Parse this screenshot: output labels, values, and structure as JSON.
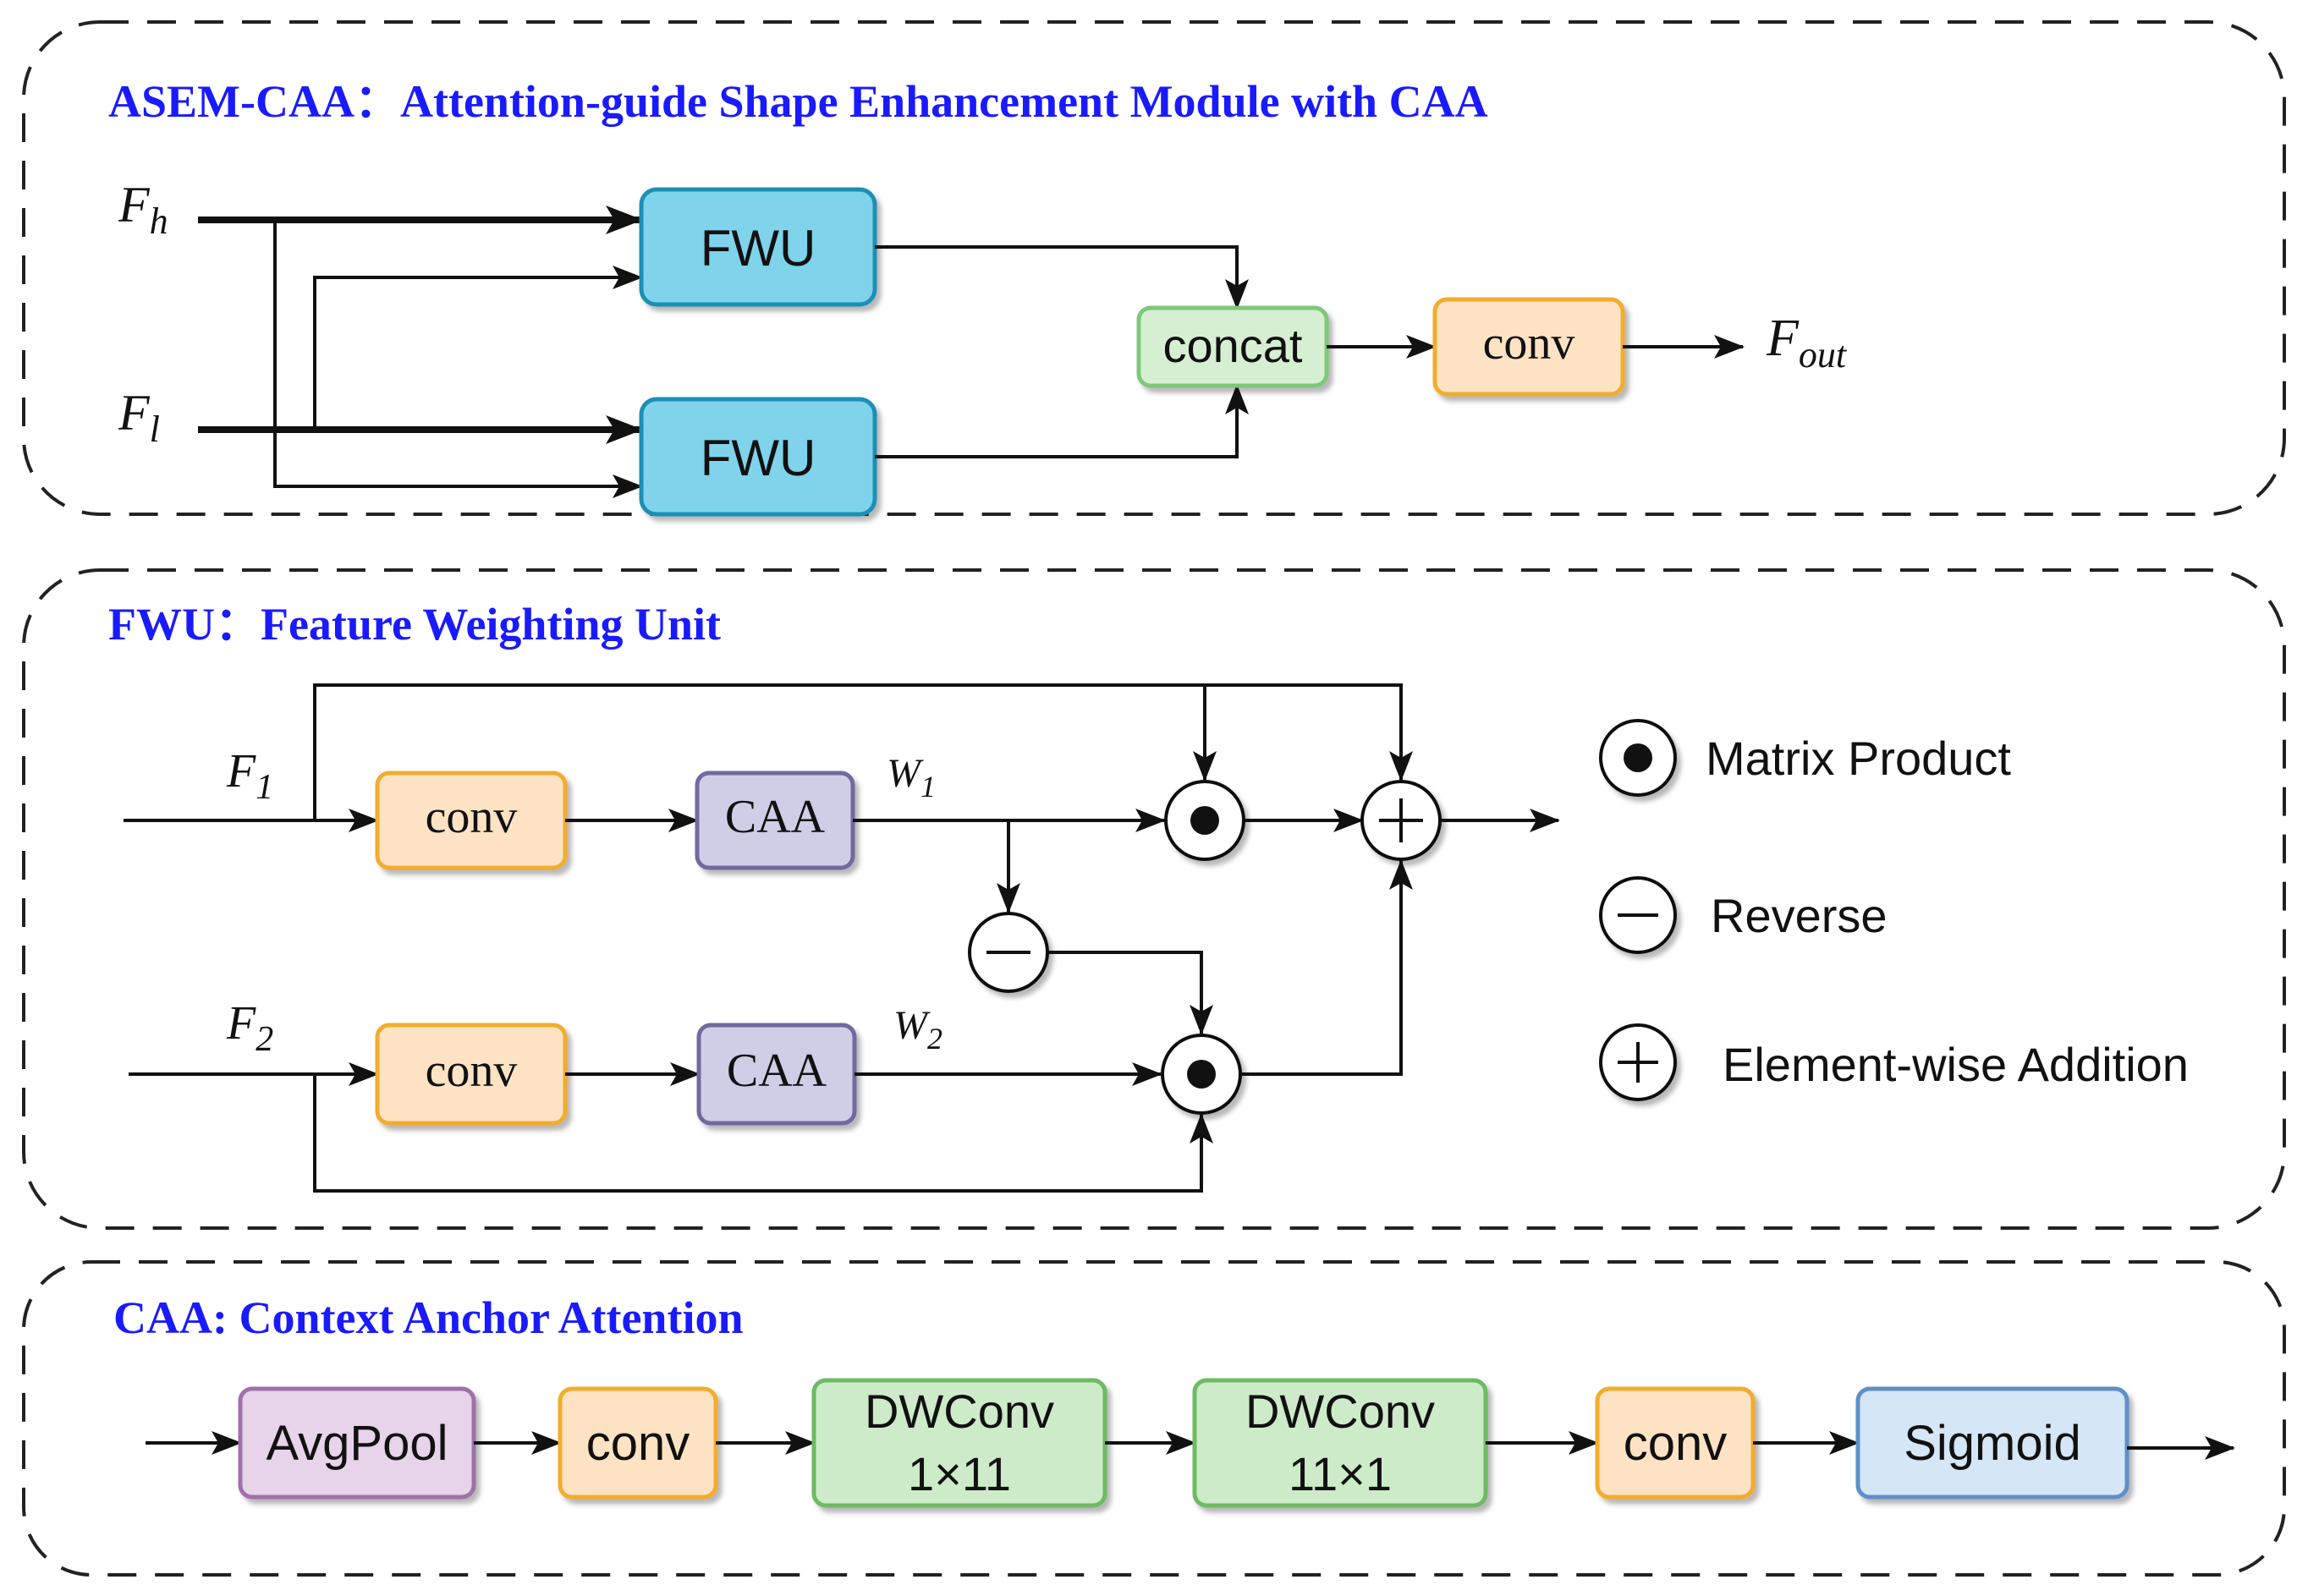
{
  "panels": {
    "asem": {
      "title": "ASEM-CAA：Attention-guide Shape Enhancement Module with CAA"
    },
    "fwu": {
      "title": "FWU：Feature Weighting Unit"
    },
    "caa": {
      "title": "CAA: Context Anchor Attention"
    }
  },
  "asem": {
    "input_high": {
      "base": "F",
      "sub": "h"
    },
    "input_low": {
      "base": "F",
      "sub": "l"
    },
    "fwu_top": "FWU",
    "fwu_bottom": "FWU",
    "concat": "concat",
    "conv": "conv",
    "output": {
      "base": "F",
      "sub": "out"
    }
  },
  "fwu": {
    "input_1": {
      "base": "F",
      "sub": "1"
    },
    "input_2": {
      "base": "F",
      "sub": "2"
    },
    "conv_1": "conv",
    "caa_1": "CAA",
    "conv_2": "conv",
    "caa_2": "CAA",
    "weight_1": {
      "base": "W",
      "sub": "1"
    },
    "weight_2": {
      "base": "W",
      "sub": "2"
    },
    "legend": {
      "matrix_product": "Matrix Product",
      "reverse": "Reverse",
      "addition": "Element-wise Addition"
    }
  },
  "caa": {
    "avgpool": "AvgPool",
    "conv_1": "conv",
    "dwconv_1": {
      "line1": "DWConv",
      "line2": "1×11"
    },
    "dwconv_2": {
      "line1": "DWConv",
      "line2": "11×1"
    },
    "conv_2": "conv",
    "sigmoid": "Sigmoid"
  },
  "colors": {
    "title_blue": "#1a1aff",
    "fwu_fill": "#7fd3ea",
    "fwu_stroke": "#1f8fb5",
    "conv_fill": "#fde3c3",
    "conv_stroke": "#f2ac2e",
    "concat_fill": "#d6efd3",
    "concat_stroke": "#7fc77a",
    "caa_fill": "#d0cde6",
    "caa_stroke": "#716a9f",
    "avgpool_fill": "#e7d3ea",
    "avgpool_stroke": "#9f6fa9",
    "dwconv_fill": "#cdebc9",
    "dwconv_stroke": "#6dbb64",
    "sigmoid_fill": "#d5e6f7",
    "sigmoid_stroke": "#5f8fc8"
  }
}
